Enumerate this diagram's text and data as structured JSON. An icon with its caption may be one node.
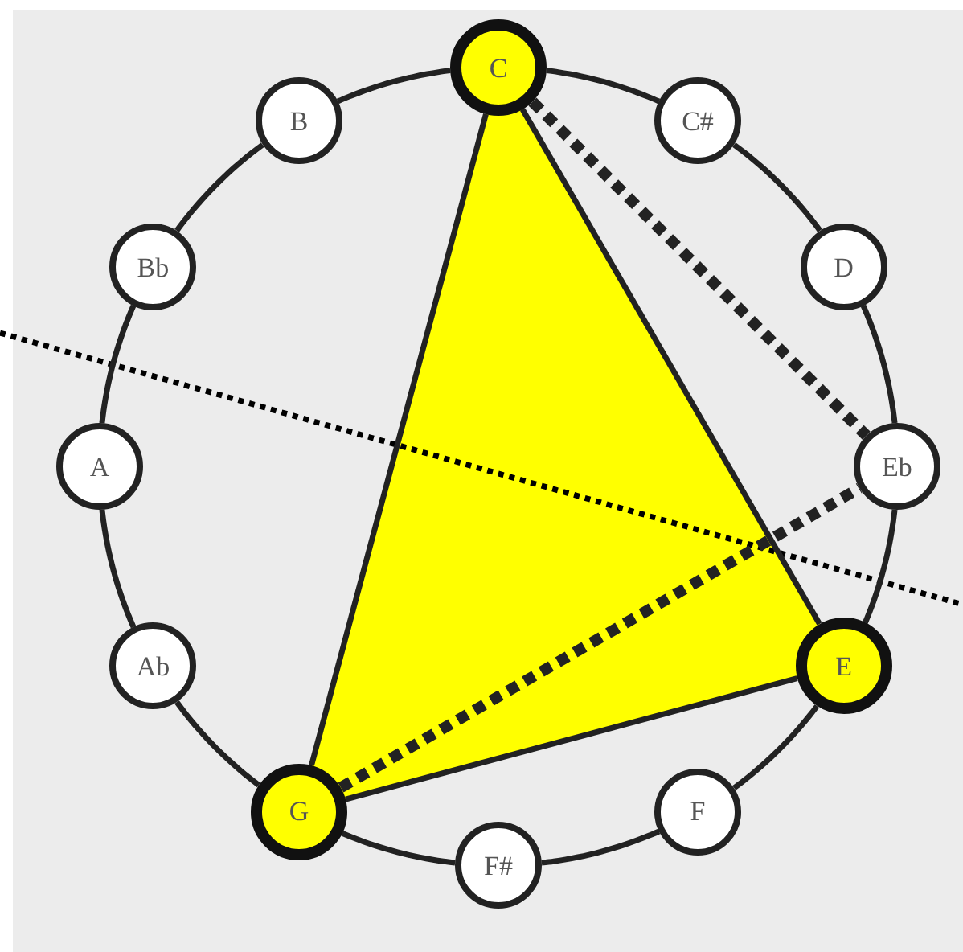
{
  "diagram": {
    "nodes": [
      {
        "text": [
          "C"
        ]
      },
      {
        "text": [
          "C#"
        ]
      },
      {
        "text": [
          "D"
        ]
      },
      {
        "text": [
          "Eb"
        ]
      },
      {
        "text": [
          "E"
        ]
      },
      {
        "text": [
          "F"
        ]
      },
      {
        "text": [
          "F#"
        ]
      },
      {
        "text": [
          "G"
        ]
      },
      {
        "text": [
          "Ab"
        ]
      },
      {
        "text": [
          "A"
        ]
      },
      {
        "text": [
          "Bb"
        ]
      },
      {
        "text": [
          "B"
        ]
      }
    ],
    "edges": [
      {
        "from": 0,
        "to": 1,
        "arrow": "none"
      },
      {
        "from": 1,
        "to": 2,
        "arrow": "none"
      },
      {
        "from": 2,
        "to": 3,
        "arrow": "none"
      },
      {
        "from": 3,
        "to": 4,
        "arrow": "none"
      },
      {
        "from": 4,
        "to": 5,
        "arrow": "none"
      },
      {
        "from": 5,
        "to": 6,
        "arrow": "none"
      },
      {
        "from": 6,
        "to": 7,
        "arrow": "none"
      },
      {
        "from": 7,
        "to": 8,
        "arrow": "none"
      },
      {
        "from": 8,
        "to": 9,
        "arrow": "none"
      },
      {
        "from": 9,
        "to": 10,
        "arrow": "none"
      },
      {
        "from": 10,
        "to": 11,
        "arrow": "none"
      },
      {
        "from": 11,
        "to": 0,
        "arrow": "none"
      },
      {
        "from": 0,
        "to": 4,
        "arrow": "none"
      },
      {
        "from": 4,
        "to": 7,
        "arrow": "none"
      },
      {
        "from": 7,
        "to": 0,
        "arrow": "none"
      },
      {
        "from": 0,
        "to": 3,
        "arrow": "none",
        "style": "dashed"
      },
      {
        "from": 7,
        "to": 3,
        "arrow": "none",
        "style": "dashed"
      }
    ]
  }
}
